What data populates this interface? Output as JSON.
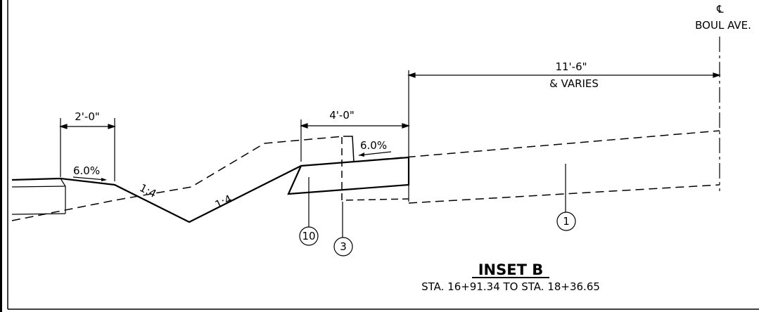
{
  "centerline": {
    "symbol": "℄",
    "label": "BOUL AVE."
  },
  "dimensions": {
    "left": "2'-0\"",
    "middle": "4'-0\"",
    "right_main": "11'-6\"",
    "right_sub": "& VARIES"
  },
  "slopes": {
    "left": "6.0%",
    "curb": "6.0%",
    "ratio_a": "1:4",
    "ratio_b": "1:4"
  },
  "callouts": {
    "c10": "10",
    "c3": "3",
    "c1": "1"
  },
  "title": {
    "main": "INSET B",
    "station": "STA. 16+91.34 TO STA. 18+36.65"
  }
}
